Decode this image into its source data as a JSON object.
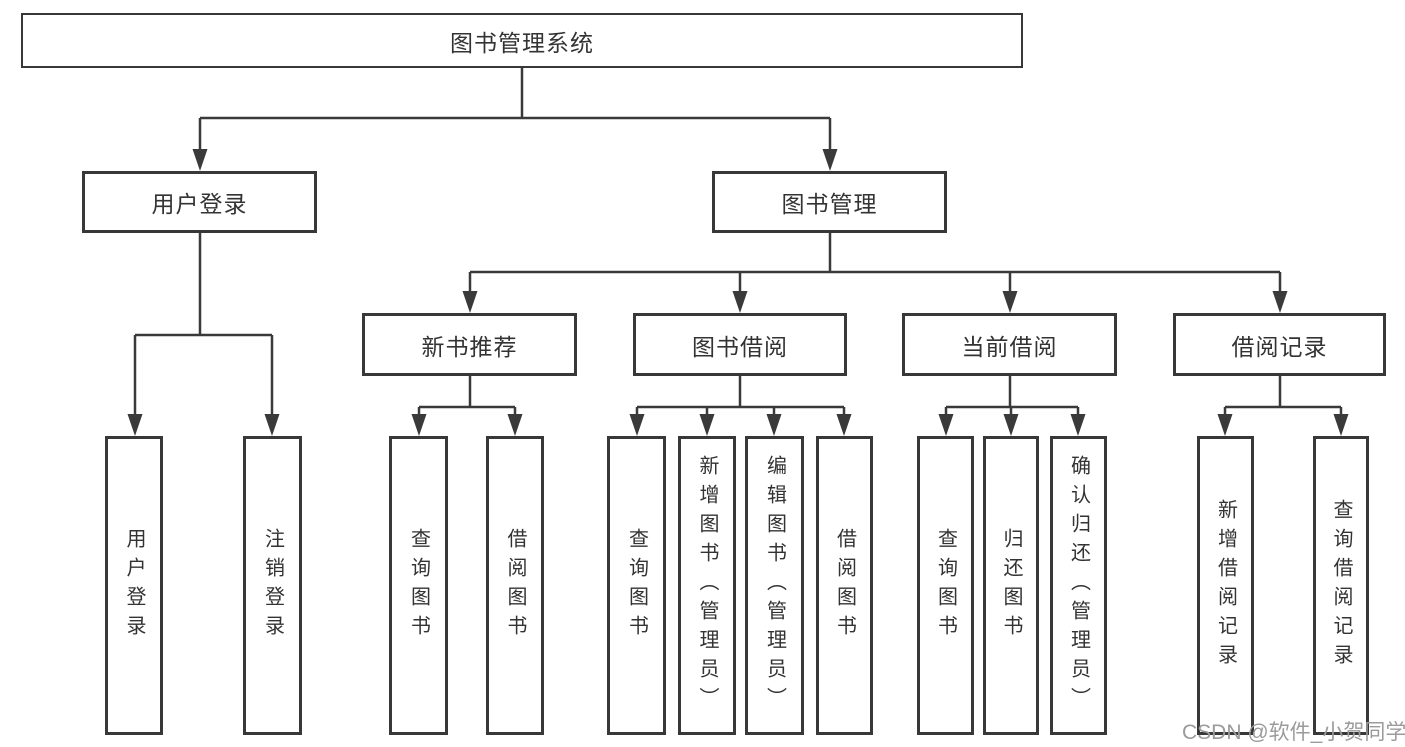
{
  "diagram": {
    "type": "hierarchy-tree",
    "watermark": "CSDN @软件_小贺同学",
    "colors": {
      "background": "#ffffff",
      "line": "#3a3a3a",
      "box_border": "#383838",
      "text": "#333333",
      "watermark": "#9b9b9b"
    },
    "tree": {
      "label": "图书管理系统",
      "children": [
        {
          "label": "用户登录",
          "children": [
            {
              "label": "用户登录"
            },
            {
              "label": "注销登录"
            }
          ]
        },
        {
          "label": "图书管理",
          "children": [
            {
              "label": "新书推荐",
              "children": [
                {
                  "label": "查询图书"
                },
                {
                  "label": "借阅图书"
                }
              ]
            },
            {
              "label": "图书借阅",
              "children": [
                {
                  "label": "查询图书"
                },
                {
                  "label": "新增图书（管理员）"
                },
                {
                  "label": "编辑图书（管理员）"
                },
                {
                  "label": "借阅图书"
                }
              ]
            },
            {
              "label": "当前借阅",
              "children": [
                {
                  "label": "查询图书"
                },
                {
                  "label": "归还图书"
                },
                {
                  "label": "确认归还（管理员）"
                }
              ]
            },
            {
              "label": "借阅记录",
              "children": [
                {
                  "label": "新增借阅记录"
                },
                {
                  "label": "查询借阅记录"
                }
              ]
            }
          ]
        }
      ]
    }
  }
}
